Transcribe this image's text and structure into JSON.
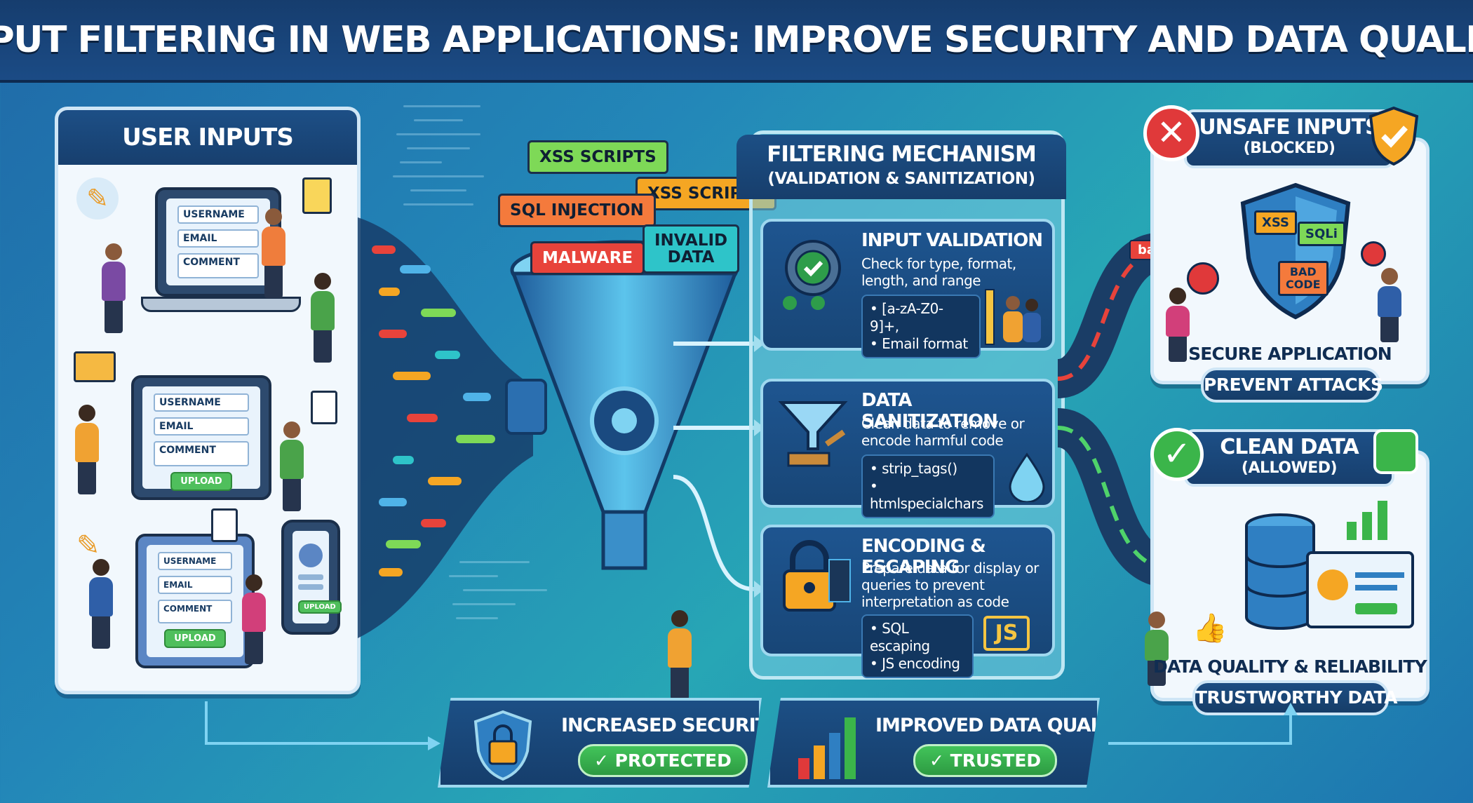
{
  "title": "INPUT FILTERING IN WEB APPLICATIONS: IMPROVE SECURITY AND DATA QUALITY",
  "user_inputs": {
    "heading": "USER INPUTS",
    "form_fields": [
      "USERNAME",
      "EMAIL",
      "COMMENT"
    ],
    "upload_label": "UPLOAD"
  },
  "threat_tags": [
    {
      "label": "XSS SCRIPTS",
      "color": "#7ed957"
    },
    {
      "label": "XSS SCRIPTS",
      "color": "#f5a623"
    },
    {
      "label": "SQL INJECTION",
      "color": "#f47a3c"
    },
    {
      "label": "MALWARE",
      "color": "#e8433b"
    },
    {
      "label": "INVALID\nDATA",
      "color": "#2ec4c9"
    }
  ],
  "mechanism": {
    "heading": "FILTERING MECHANISM",
    "subheading": "(VALIDATION & SANITIZATION)",
    "steps": [
      {
        "title": "INPUT VALIDATION",
        "description": "Check for type, format, length, and range",
        "bullets": [
          "[a-zA-Z0-9]+,",
          "Email format"
        ],
        "icon": "gear-check-icon"
      },
      {
        "title": "DATA SANITIZATION",
        "description": "Clean data to remove or encode harmful code",
        "bullets": [
          "strip_tags()",
          "htmlspecialchars"
        ],
        "icon": "filter-brush-icon"
      },
      {
        "title": "ENCODING & ESCAPING",
        "description": "Prepare data for display or queries to prevent interpretation as code",
        "bullets": [
          "SQL escaping",
          "JS encoding"
        ],
        "icon": "padlock-code-icon",
        "badge": "JS"
      }
    ]
  },
  "unsafe": {
    "heading": "UNSAFE INPUTS",
    "status": "(BLOCKED)",
    "shield_tags": [
      "XSS",
      "SQLi",
      "BAD\nCODE"
    ],
    "path_tag": "bad",
    "caption": "SECURE APPLICATION",
    "pill": "PREVENT ATTACKS"
  },
  "clean": {
    "heading": "CLEAN DATA",
    "status": "(ALLOWED)",
    "caption": "DATA QUALITY & RELIABILITY",
    "pill": "TRUSTWORTHY DATA"
  },
  "outcomes": [
    {
      "title": "INCREASED SECURITY",
      "badge": "✓ PROTECTED"
    },
    {
      "title": "IMPROVED DATA QUALITY",
      "badge": "✓ TRUSTED"
    }
  ],
  "colors": {
    "danger": "#e0393a",
    "success": "#3bb54a",
    "navy": "#173f6e",
    "accent_orange": "#f5a623"
  }
}
